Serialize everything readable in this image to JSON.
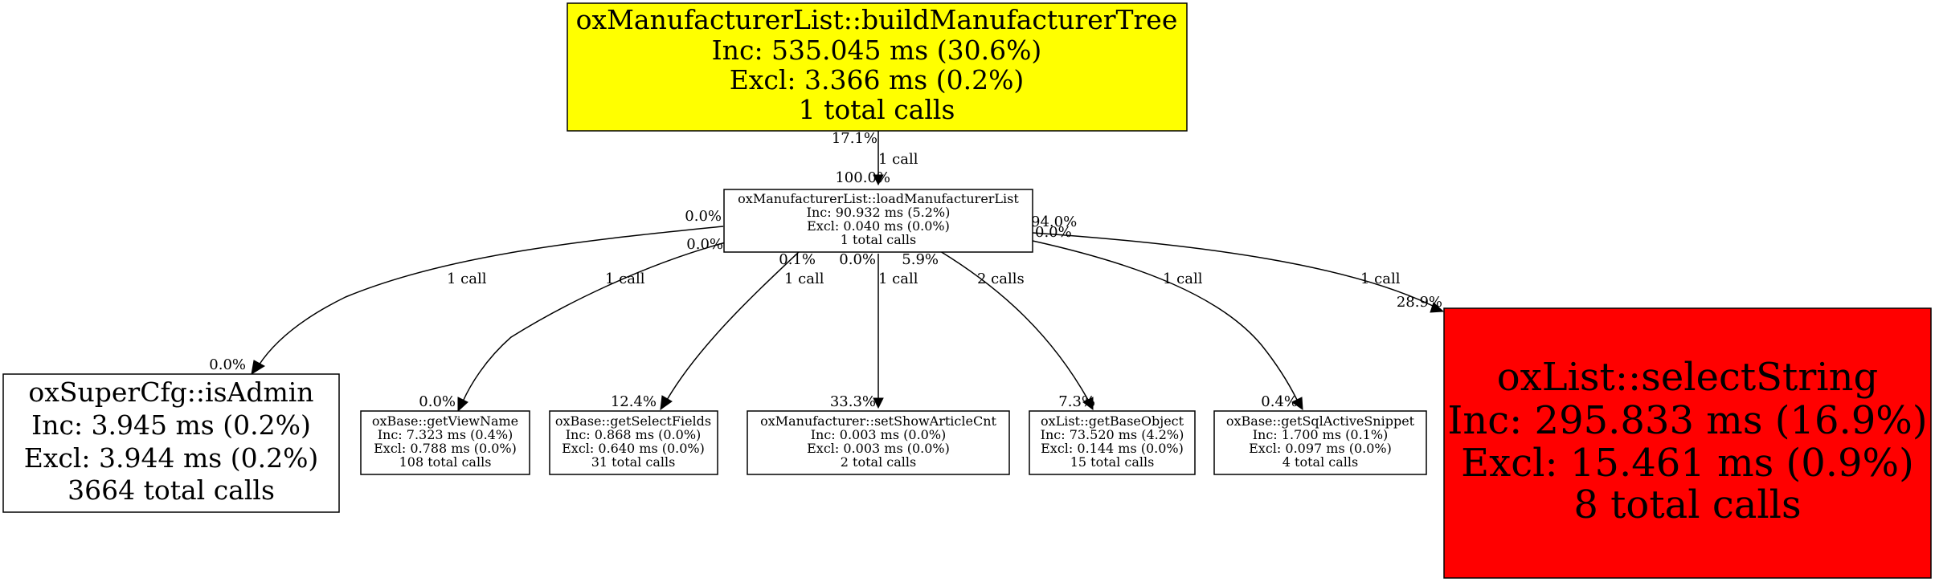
{
  "colors": {
    "root_fill": "#ffff00",
    "hot_fill": "#ff0000",
    "default_fill": "#ffffff",
    "stroke": "#000000"
  },
  "nodes": {
    "root": {
      "name": "oxManufacturerList::buildManufacturerTree",
      "inc": "Inc: 535.045 ms (30.6%)",
      "excl": "Excl: 3.366 ms (0.2%)",
      "calls": "1 total calls"
    },
    "load": {
      "name": "oxManufacturerList::loadManufacturerList",
      "inc": "Inc: 90.932 ms (5.2%)",
      "excl": "Excl: 0.040 ms (0.0%)",
      "calls": "1 total calls"
    },
    "isadmin": {
      "name": "oxSuperCfg::isAdmin",
      "inc": "Inc: 3.945 ms (0.2%)",
      "excl": "Excl: 3.944 ms (0.2%)",
      "calls": "3664 total calls"
    },
    "viewname": {
      "name": "oxBase::getViewName",
      "inc": "Inc: 7.323 ms (0.4%)",
      "excl": "Excl: 0.788 ms (0.0%)",
      "calls": "108 total calls"
    },
    "selectfields": {
      "name": "oxBase::getSelectFields",
      "inc": "Inc: 0.868 ms (0.0%)",
      "excl": "Excl: 0.640 ms (0.0%)",
      "calls": "31 total calls"
    },
    "showarticle": {
      "name": "oxManufacturer::setShowArticleCnt",
      "inc": "Inc: 0.003 ms (0.0%)",
      "excl": "Excl: 0.003 ms (0.0%)",
      "calls": "2 total calls"
    },
    "baseobject": {
      "name": "oxList::getBaseObject",
      "inc": "Inc: 73.520 ms (4.2%)",
      "excl": "Excl: 0.144 ms (0.0%)",
      "calls": "15 total calls"
    },
    "sqlsnippet": {
      "name": "oxBase::getSqlActiveSnippet",
      "inc": "Inc: 1.700 ms (0.1%)",
      "excl": "Excl: 0.097 ms (0.0%)",
      "calls": "4 total calls"
    },
    "selectstring": {
      "name": "oxList::selectString",
      "inc": "Inc: 295.833 ms (16.9%)",
      "excl": "Excl: 15.461 ms (0.9%)",
      "calls": "8 total calls"
    }
  },
  "edges": {
    "root_load": {
      "tail": "17.1%",
      "calls": "1 call",
      "head": "100.0%"
    },
    "load_isadmin": {
      "tail": "0.0%",
      "calls": "1 call",
      "head": "0.0%"
    },
    "load_viewname": {
      "tail": "0.0%",
      "calls": "1 call",
      "head": "0.0%"
    },
    "load_selectfields": {
      "tail": "0.1%",
      "calls": "1 call",
      "head": "12.4%"
    },
    "load_showarticle": {
      "tail": "0.0%",
      "calls": "1 call",
      "head": "33.3%"
    },
    "load_baseobject": {
      "tail": "5.9%",
      "calls": "2 calls",
      "head": "7.3%"
    },
    "load_sqlsnippet": {
      "tail": "0.0%",
      "calls": "1 call",
      "head": "0.4%"
    },
    "load_selectstring": {
      "tail": "94.0%",
      "calls": "1 call",
      "head": "28.9%"
    }
  }
}
